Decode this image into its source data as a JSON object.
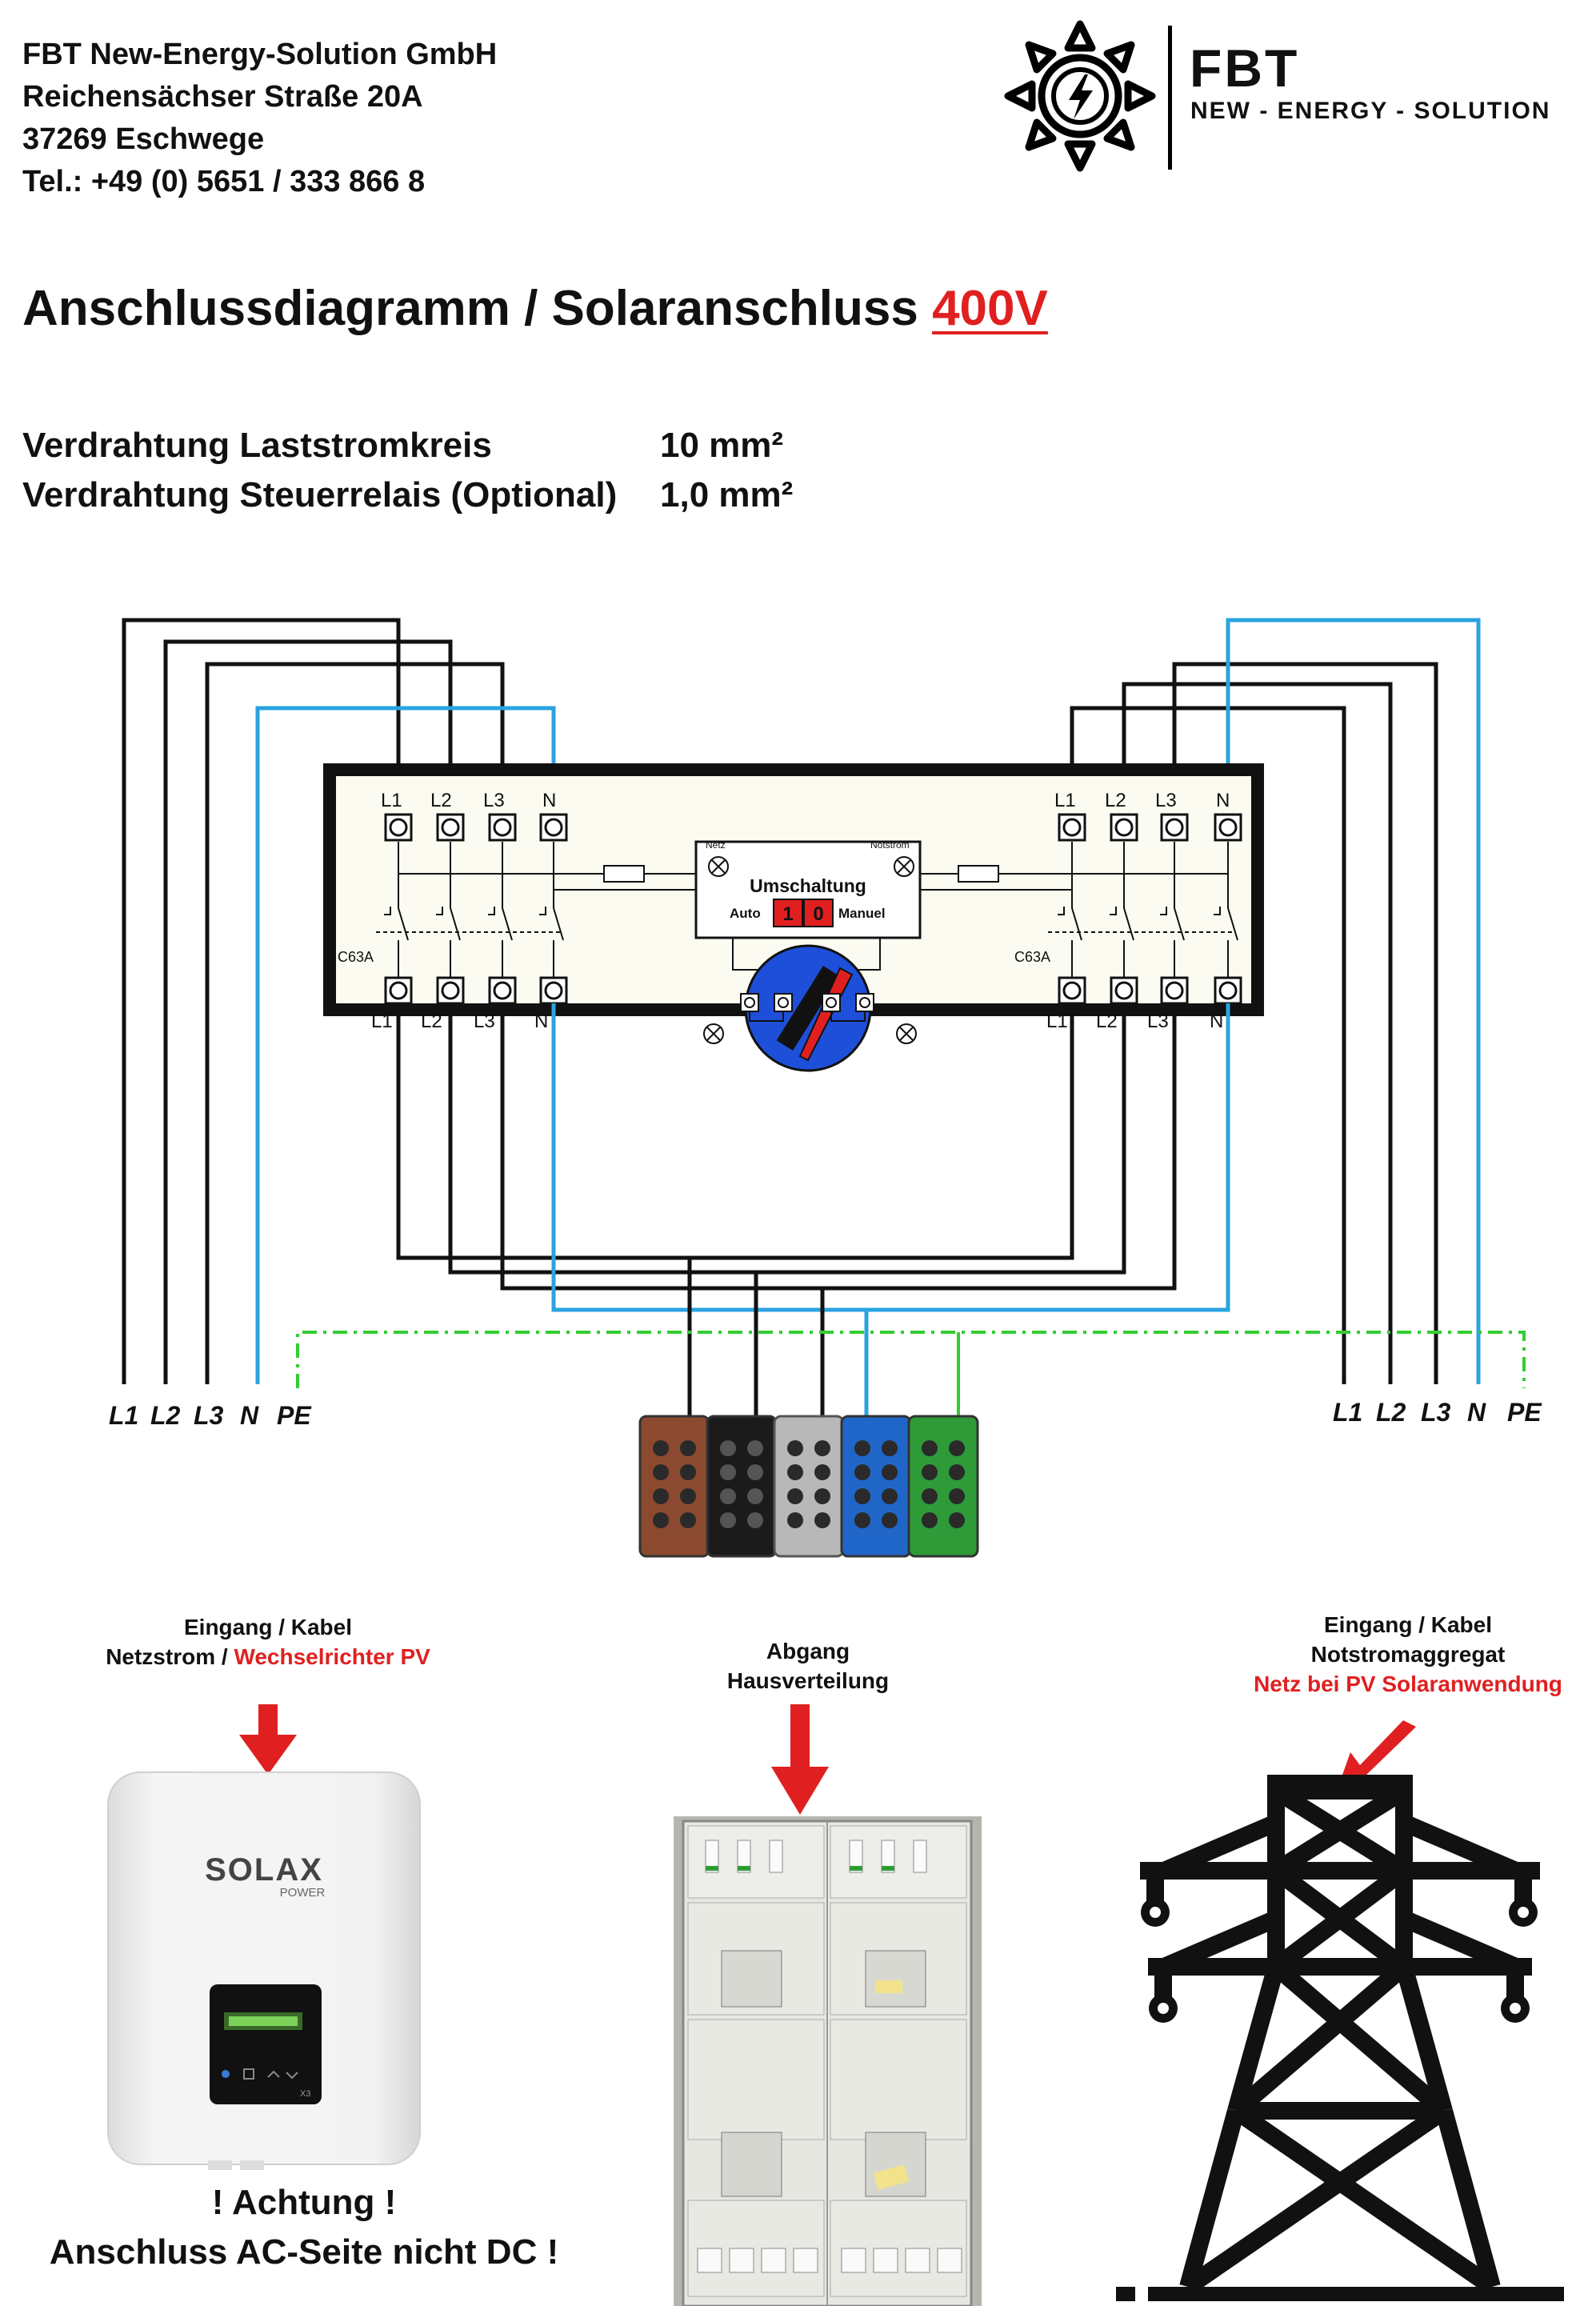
{
  "company": {
    "name": "FBT New-Energy-Solution GmbH",
    "street": "Reichensächser Straße 20A",
    "city": "37269 Eschwege",
    "phone": "Tel.: +49 (0) 5651 / 333 866 8"
  },
  "logo": {
    "short": "FBT",
    "tagline": "NEW - ENERGY - SOLUTION",
    "icon": "sun-lightning-icon"
  },
  "title": {
    "main": "Anschlussdiagramm / Solaranschluss ",
    "accent": "400V"
  },
  "specs": [
    {
      "label": "Verdrahtung Laststromkreis",
      "value": "10 mm²"
    },
    {
      "label": "Verdrahtung Steuerrelais (Optional)",
      "value": "1,0 mm²"
    }
  ],
  "device": {
    "top_terminals_left": [
      "L1",
      "L2",
      "L3",
      "N"
    ],
    "top_terminals_right": [
      "L1",
      "L2",
      "L3",
      "N"
    ],
    "bottom_terminals_left": [
      "L1",
      "L2",
      "L3",
      "N"
    ],
    "bottom_terminals_right": [
      "L1",
      "L2",
      "L3",
      "N"
    ],
    "breaker_left": "C63A",
    "breaker_right": "C63A",
    "panel_title": "Umschaltung",
    "panel_netz": "Netz",
    "panel_notstrom": "Notstrom",
    "panel_auto": "Auto",
    "panel_manuel": "Manuel",
    "switch_1": "1",
    "switch_0": "0"
  },
  "labels_left": [
    "L1",
    "L2",
    "L3",
    "N",
    "PE"
  ],
  "labels_right": [
    "L1",
    "L2",
    "L3",
    "N",
    "PE"
  ],
  "captions": {
    "left_line1": "Eingang / Kabel",
    "left_line2a": "Netzstrom / ",
    "left_line2b": "Wechselrichter PV",
    "center_line1": "Abgang",
    "center_line2": "Hausverteilung",
    "right_line1": "Eingang / Kabel",
    "right_line2": "Notstromaggregat",
    "right_line3": "Netz bei PV Solaranwendung"
  },
  "inverter": {
    "brand": "SOLAX",
    "sub": "POWER",
    "model": "X3"
  },
  "warning": {
    "line1": "! Achtung !",
    "line2": "Anschluss AC-Seite nicht DC !"
  },
  "colors": {
    "accent": "#e02020",
    "neutral_wire": "#2aa3e0",
    "pe_wire": "#33cc33",
    "knob": "#1d4fd8"
  }
}
